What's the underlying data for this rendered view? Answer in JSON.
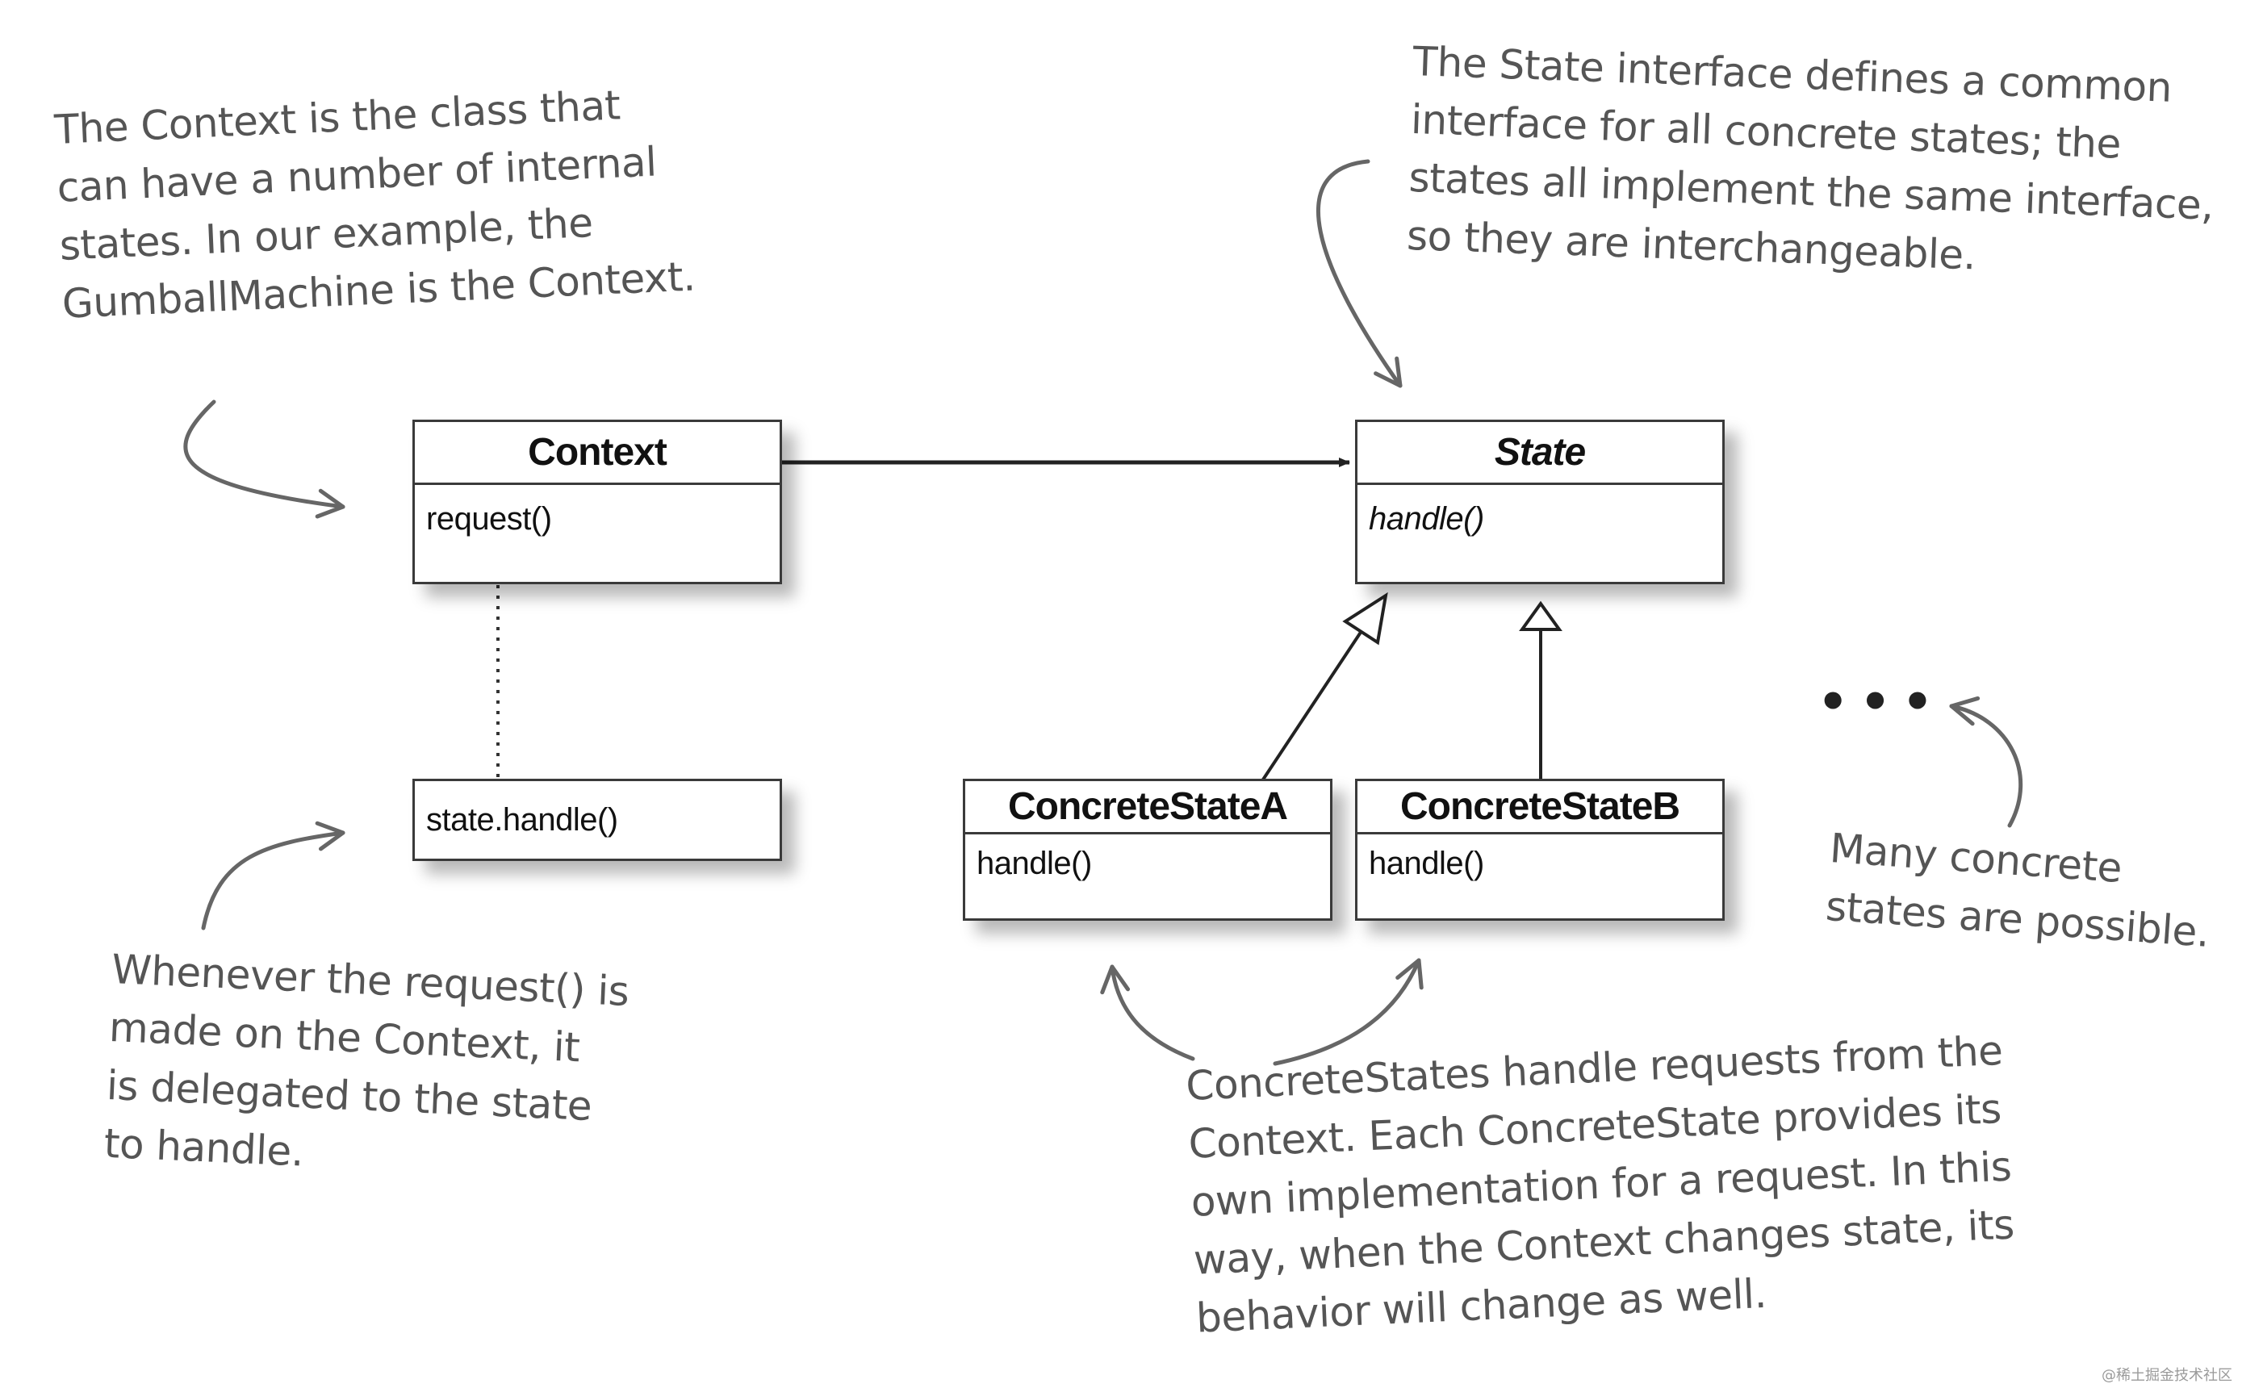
{
  "classes": {
    "context": {
      "name": "Context",
      "method": "request()"
    },
    "state": {
      "name": "State",
      "method": "handle()"
    },
    "context_impl": {
      "code": "state.handle()"
    },
    "concrete_a": {
      "name": "ConcreteStateA",
      "method": "handle()"
    },
    "concrete_b": {
      "name": "ConcreteStateB",
      "method": "handle()"
    }
  },
  "notes": {
    "context_note": "The Context is the class that\ncan have a number of internal\nstates. In our example, the\nGumballMachine is the Context.",
    "state_note": "The State interface defines a common\ninterface for all concrete states; the\nstates all implement the same interface,\nso they are interchangeable.",
    "delegate_note": "Whenever the request() is\nmade on the Context, it\nis delegated to the state\nto handle.",
    "concrete_note": "ConcreteStates handle requests from the\nContext. Each ConcreteState provides its\nown implementation for a request. In this\nway, when the Context changes state, its\nbehavior will change as well.",
    "many_note": "Many concrete\nstates are possible."
  },
  "ellipsis": "•••",
  "watermark": "@稀土掘金技术社区",
  "colors": {
    "box_border": "#3a3a3a",
    "arrow": "#222222",
    "note_text": "#555555",
    "pointer": "#666666"
  }
}
